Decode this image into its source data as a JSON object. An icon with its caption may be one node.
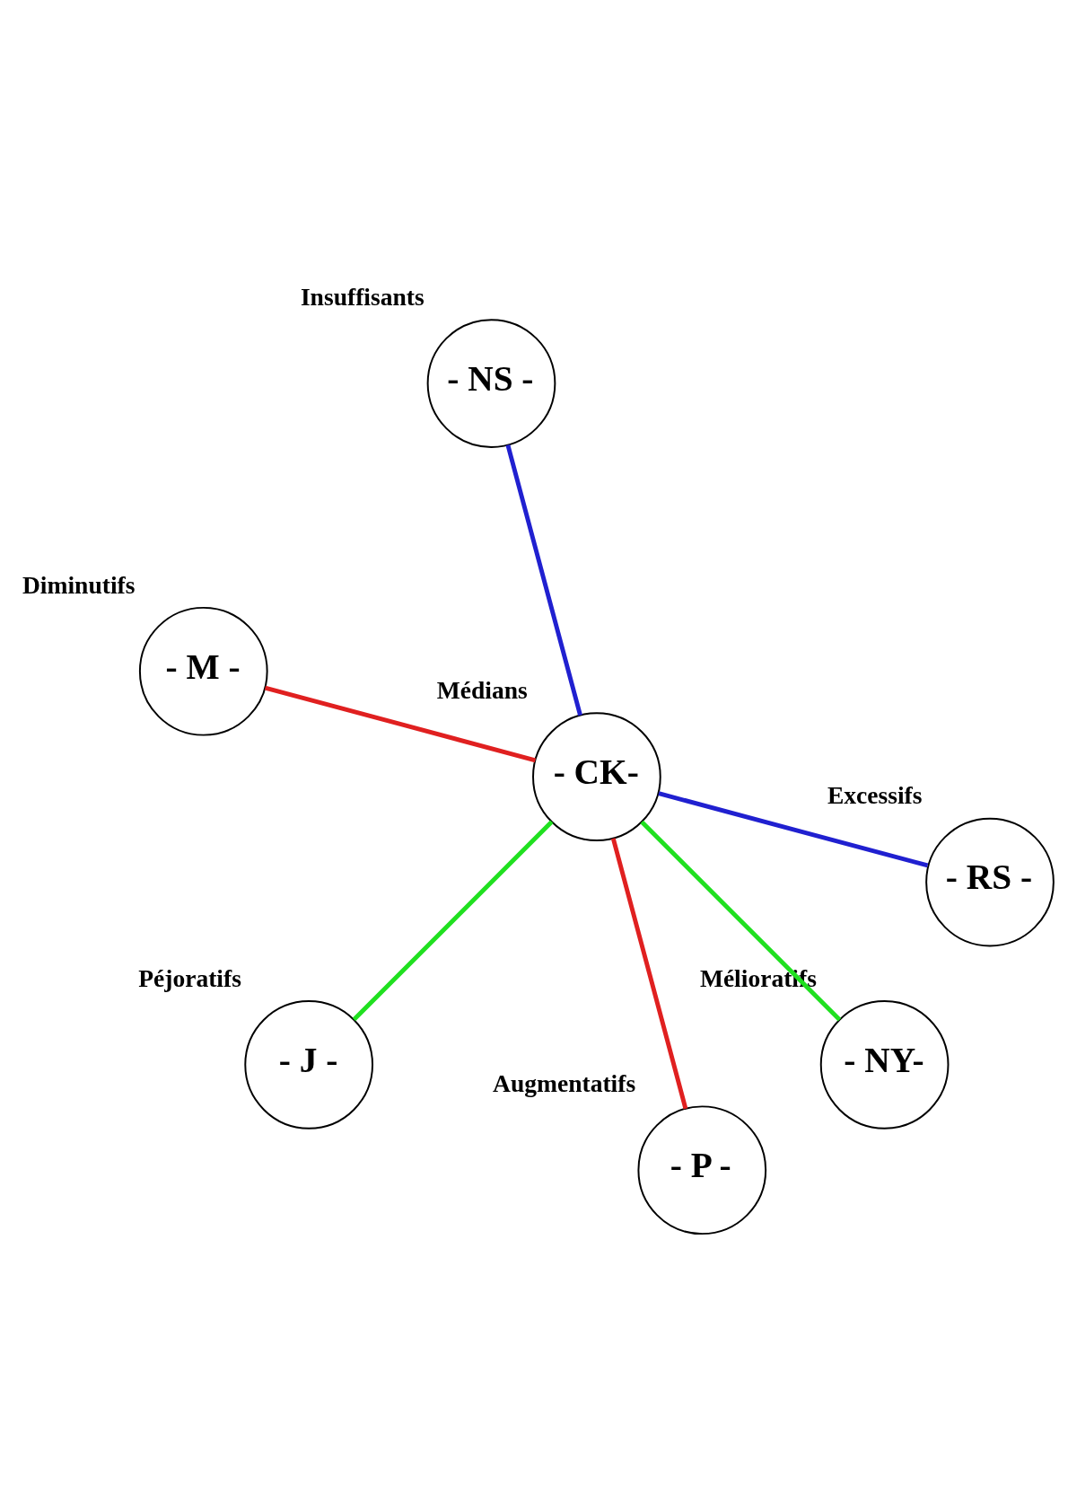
{
  "diagram": {
    "nodes": [
      {
        "text": [
          "- P -"
        ],
        "beside": [
          "Augmentatifs"
        ]
      },
      {
        "text": [
          "- RS -"
        ],
        "beside": [
          "Excessifs"
        ]
      },
      {
        "text": [
          "- NY-"
        ],
        "beside": [
          "Mélioratifs"
        ]
      },
      {
        "text": [
          "- CK-"
        ],
        "beside": [
          "Médians"
        ]
      },
      {
        "text": [
          "- J -"
        ],
        "beside": [
          "Péjoratifs"
        ]
      },
      {
        "text": [
          "- NS -"
        ],
        "beside": [
          "Insuffisants"
        ]
      },
      {
        "text": [
          "- M -"
        ],
        "beside": [
          "Diminutifs"
        ]
      }
    ],
    "edges": [
      {
        "from": 0,
        "to": 3,
        "arrow": "none",
        "color": "#e02020"
      },
      {
        "from": 1,
        "to": 3,
        "arrow": "none",
        "color": "#2020d0"
      },
      {
        "from": 2,
        "to": 3,
        "arrow": "none",
        "color": "#20e020"
      },
      {
        "from": 3,
        "to": 4,
        "arrow": "none",
        "color": "#20e020"
      },
      {
        "from": 3,
        "to": 5,
        "arrow": "none",
        "color": "#2020d0"
      },
      {
        "from": 3,
        "to": 6,
        "arrow": "none",
        "color": "#e02020"
      }
    ]
  }
}
